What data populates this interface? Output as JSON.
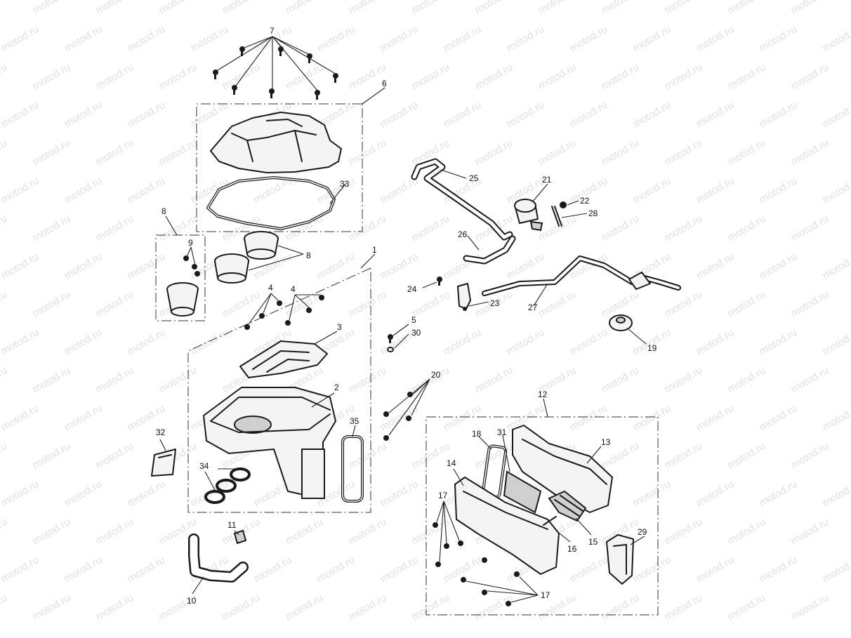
{
  "watermark": {
    "text": "motod.ru"
  },
  "callouts": {
    "c1": "1",
    "c2": "2",
    "c3": "3",
    "c4a": "4",
    "c4b": "4",
    "c5": "5",
    "c6": "6",
    "c7": "7",
    "c8a": "8",
    "c8b": "8",
    "c9": "9",
    "c10": "10",
    "c11": "11",
    "c12": "12",
    "c13": "13",
    "c14": "14",
    "c15": "15",
    "c16": "16",
    "c17a": "17",
    "c17b": "17",
    "c18": "18",
    "c19": "19",
    "c20": "20",
    "c21": "21",
    "c22": "22",
    "c23": "23",
    "c24": "24",
    "c25": "25",
    "c26": "26",
    "c27": "27",
    "c28": "28",
    "c29": "29",
    "c30": "30",
    "c31": "31",
    "c32": "32",
    "c33": "33",
    "c34": "34",
    "c35": "35"
  }
}
